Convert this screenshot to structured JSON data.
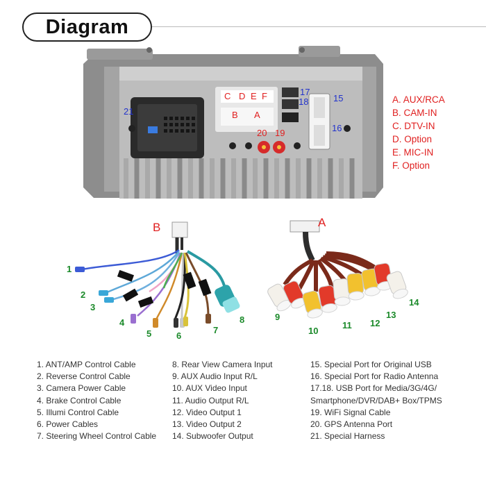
{
  "title": "Diagram",
  "colors": {
    "red_label": "#e02020",
    "green_label": "#1b8a2a",
    "blue_label": "#2233cc"
  },
  "unit_labels": {
    "port_letters": [
      "C",
      "D",
      "E",
      "F",
      "B",
      "A"
    ],
    "port_numbers": [
      "21",
      "17",
      "18",
      "15",
      "16",
      "20",
      "19"
    ]
  },
  "legend": [
    "A. AUX/RCA",
    "B. CAM-IN",
    "C. DTV-IN",
    "D. Option",
    "E. MIC-IN",
    "F. Option"
  ],
  "harness_labels": {
    "b_letter": "B",
    "a_letter": "A",
    "b_numbers": [
      "1",
      "2",
      "3",
      "4",
      "5",
      "6",
      "7",
      "8"
    ],
    "a_numbers": [
      "9",
      "10",
      "11",
      "12",
      "13",
      "14"
    ]
  },
  "descriptions": {
    "col1": [
      "1. ANT/AMP Control Cable",
      "2. Reverse Control Cable",
      "3. Camera Power Cable",
      "4. Brake Control Cable",
      "5. Illumi Control Cable",
      "6. Power Cables",
      "7. Steering Wheel Control Cable"
    ],
    "col2": [
      "8. Rear View Camera Input",
      "9. AUX Audio Input R/L",
      "10. AUX Video Input",
      "11. Audio Output R/L",
      "12. Video Output 1",
      "13. Video Output 2",
      "14. Subwoofer Output"
    ],
    "col3": [
      "15. Special Port for Original USB",
      "16. Special Port for Radio Antenna",
      "17.18. USB Port for Media/3G/4G/",
      "Smartphone/DVR/DAB+ Box/TPMS",
      "19. WiFi Signal Cable",
      "20. GPS Antenna Port",
      "21. Special Harness"
    ]
  }
}
